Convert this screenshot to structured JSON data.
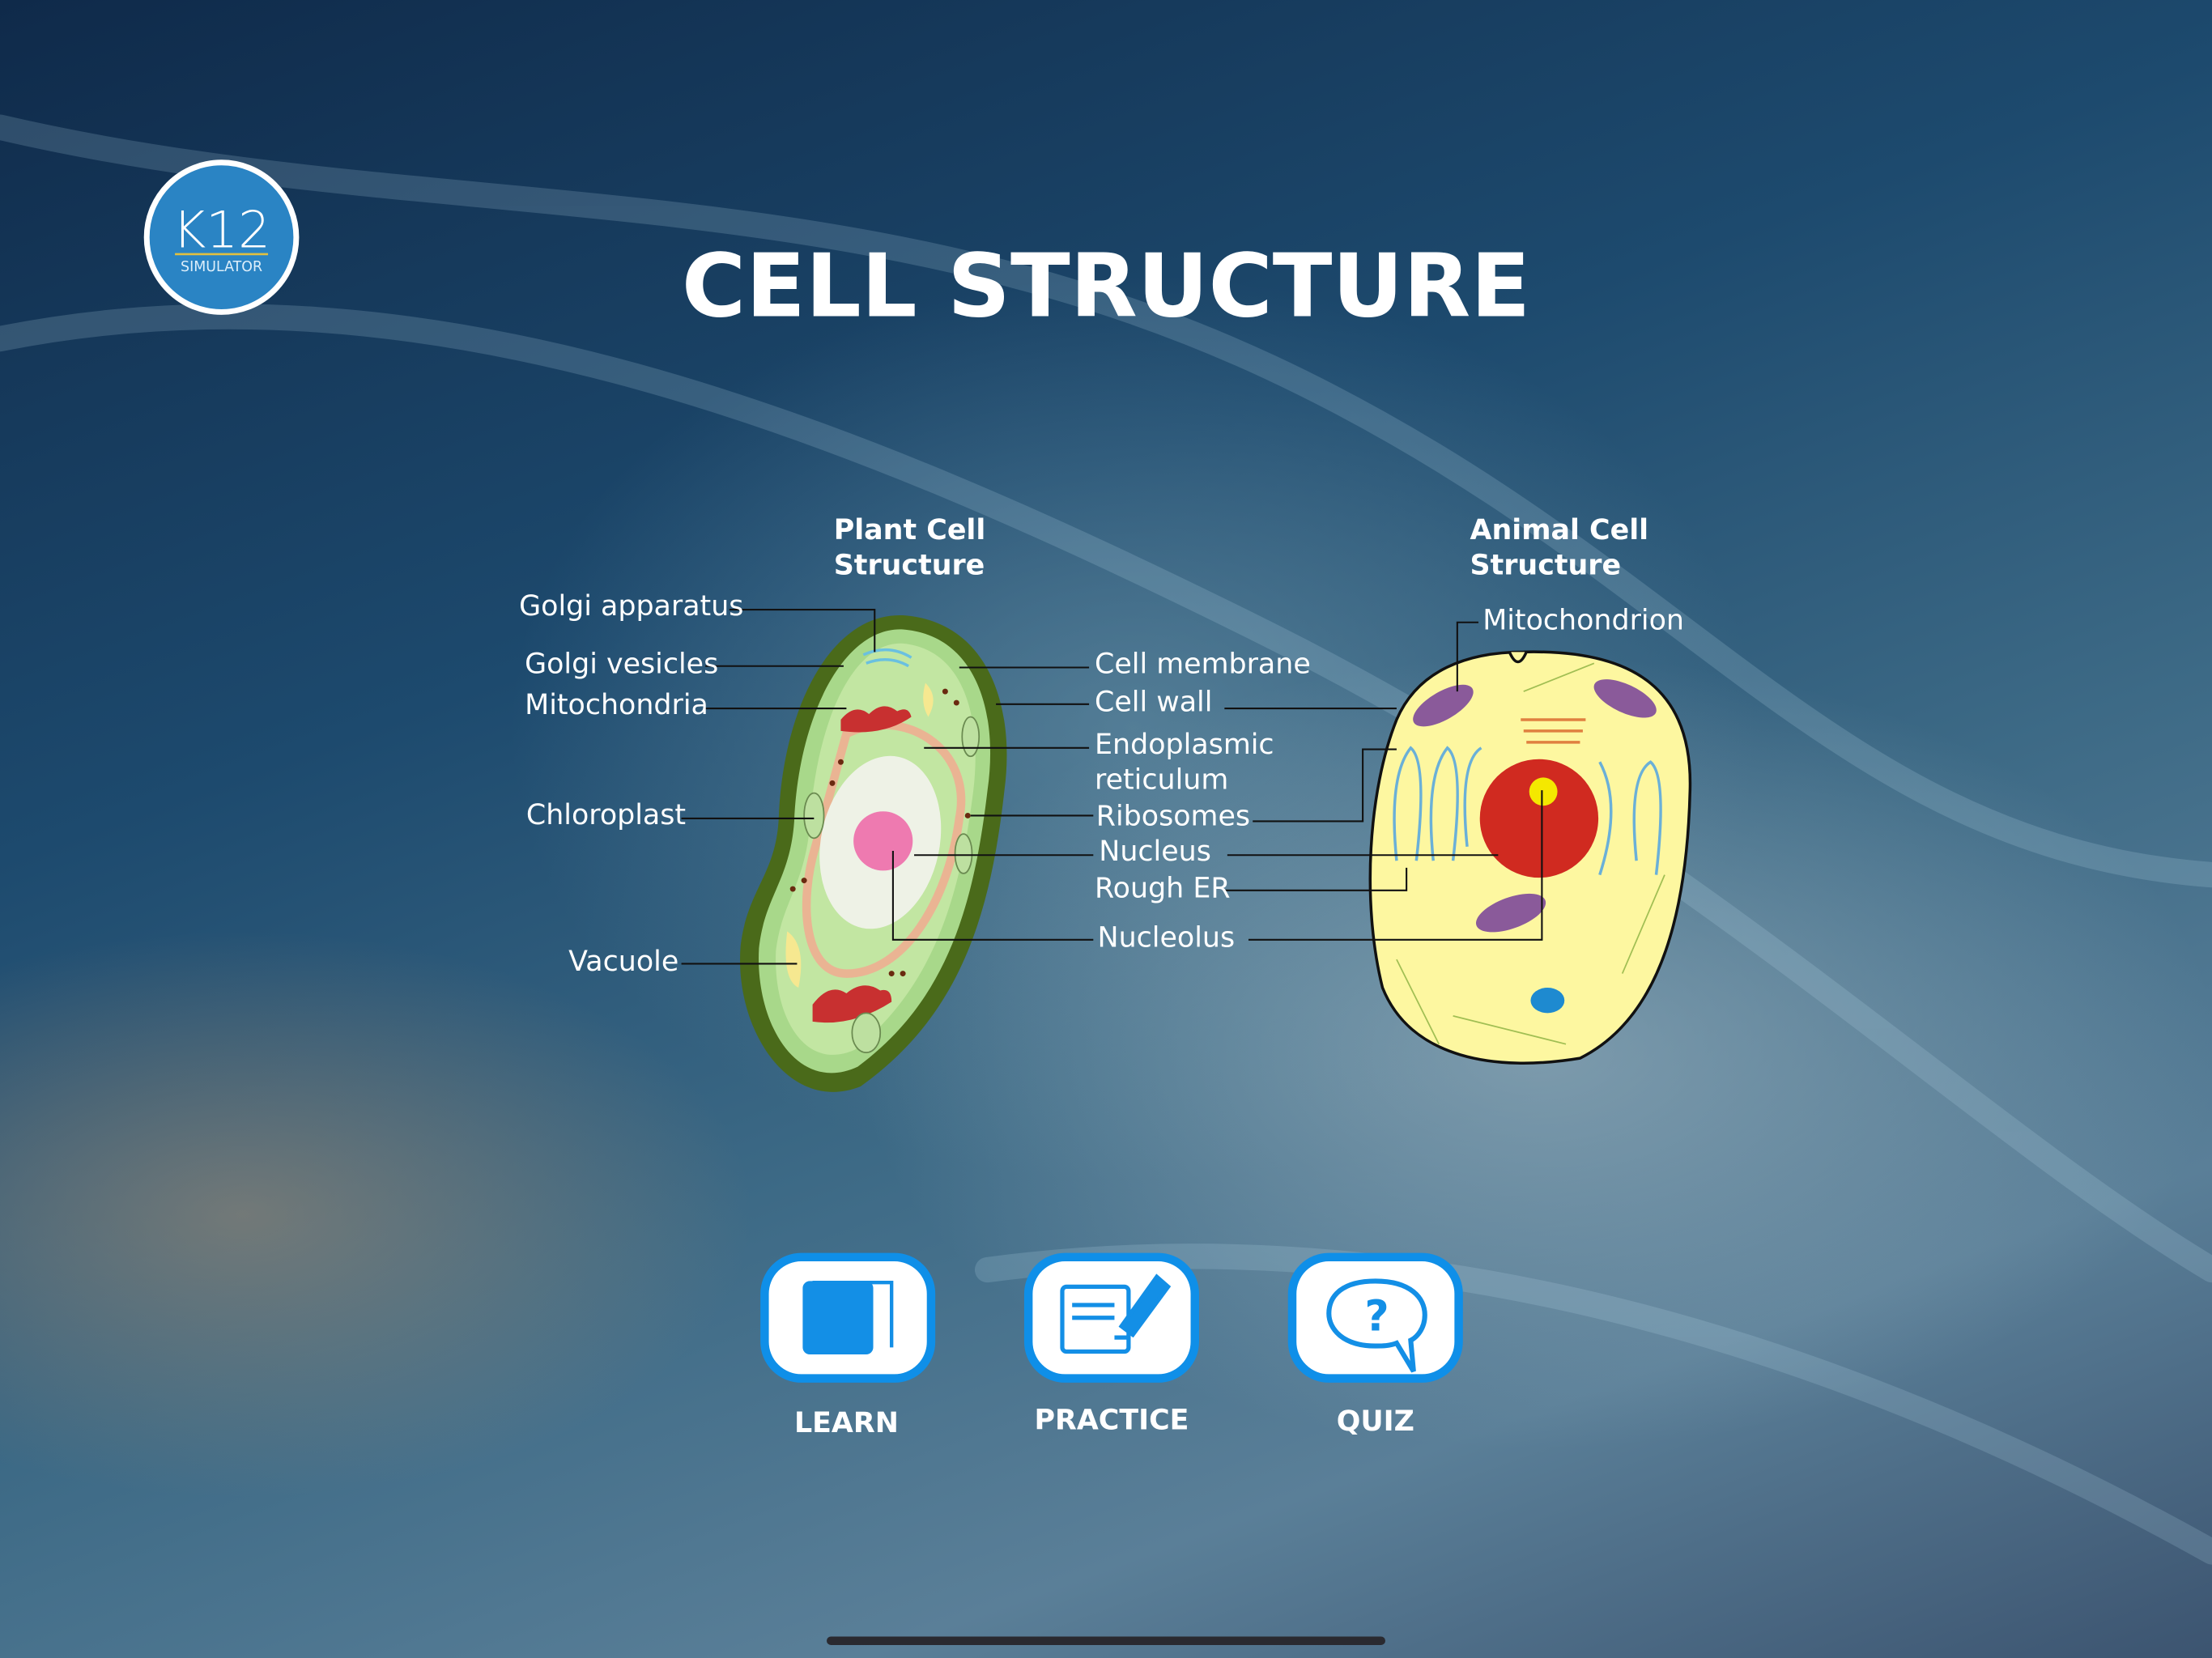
{
  "logo": {
    "brand": "K12",
    "sub": "SIMULATOR"
  },
  "title": "CELL STRUCTURE",
  "plant": {
    "heading_line1": "Plant Cell",
    "heading_line2": "Structure",
    "labels": {
      "golgi_apparatus": "Golgi apparatus",
      "golgi_vesicles": "Golgi vesicles",
      "mitochondria": "Mitochondria",
      "chloroplast": "Chloroplast",
      "vacuole": "Vacuole"
    }
  },
  "shared_labels": {
    "cell_membrane": "Cell membrane",
    "cell_wall": "Cell wall",
    "er_line1": "Endoplasmic",
    "er_line2": "reticulum",
    "ribosomes": "Ribosomes",
    "nucleus": "Nucleus",
    "rough_er": "Rough ER",
    "nucleolus": "Nucleolus"
  },
  "animal": {
    "heading_line1": "Animal Cell",
    "heading_line2": "Structure",
    "labels": {
      "mitochondrion": "Mitochondrion"
    }
  },
  "buttons": [
    {
      "label": "LEARN",
      "icon": "book-icon"
    },
    {
      "label": "PRACTICE",
      "icon": "document-pen-icon"
    },
    {
      "label": "QUIZ",
      "icon": "question-bubble-icon"
    }
  ],
  "colors": {
    "accent": "#0f8fe8",
    "logo_bg": "#2a84c4",
    "logo_underline": "#e0c040"
  }
}
